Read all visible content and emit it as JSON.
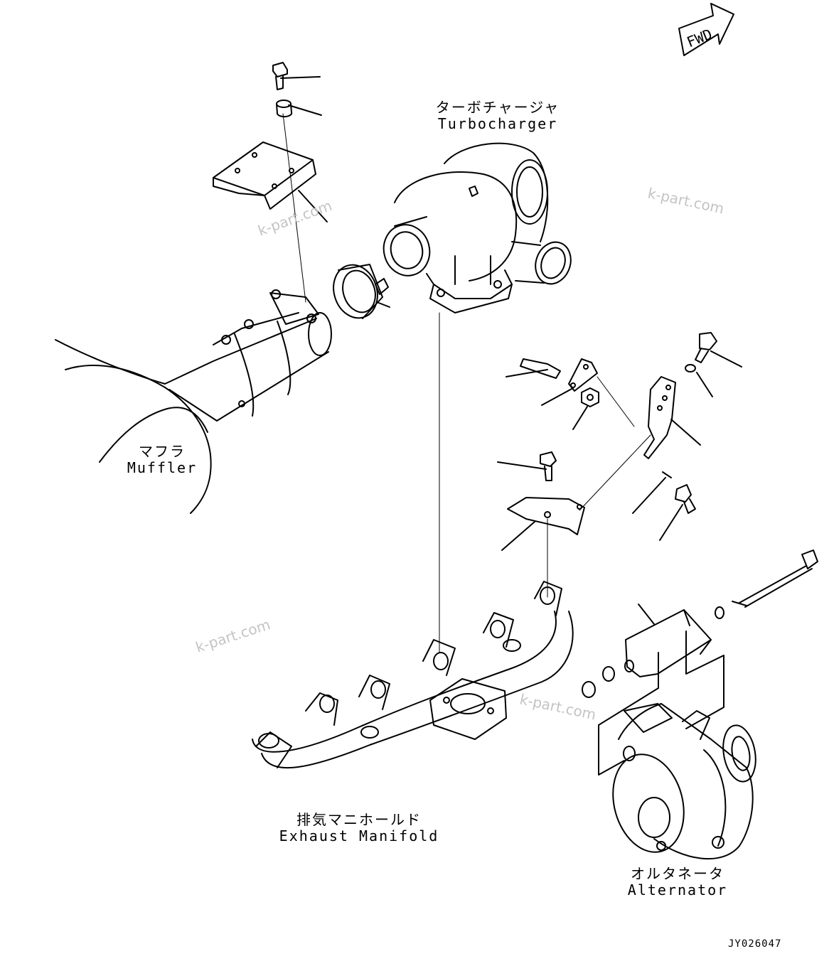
{
  "labels": {
    "turbocharger": {
      "jp": "ターボチャージャ",
      "en": "Turbocharger"
    },
    "muffler": {
      "jp": "マフラ",
      "en": "Muffler"
    },
    "exhaust_manifold": {
      "jp": "排気マニホールド",
      "en": "Exhaust Manifold"
    },
    "alternator": {
      "jp": "オルタネータ",
      "en": "Alternator"
    }
  },
  "fwd_label": "FWD",
  "watermark": "k-part.com",
  "drawing_code": "JY026047",
  "colors": {
    "line": "#000000",
    "watermark": "#c4c4c4",
    "background": "#ffffff"
  }
}
